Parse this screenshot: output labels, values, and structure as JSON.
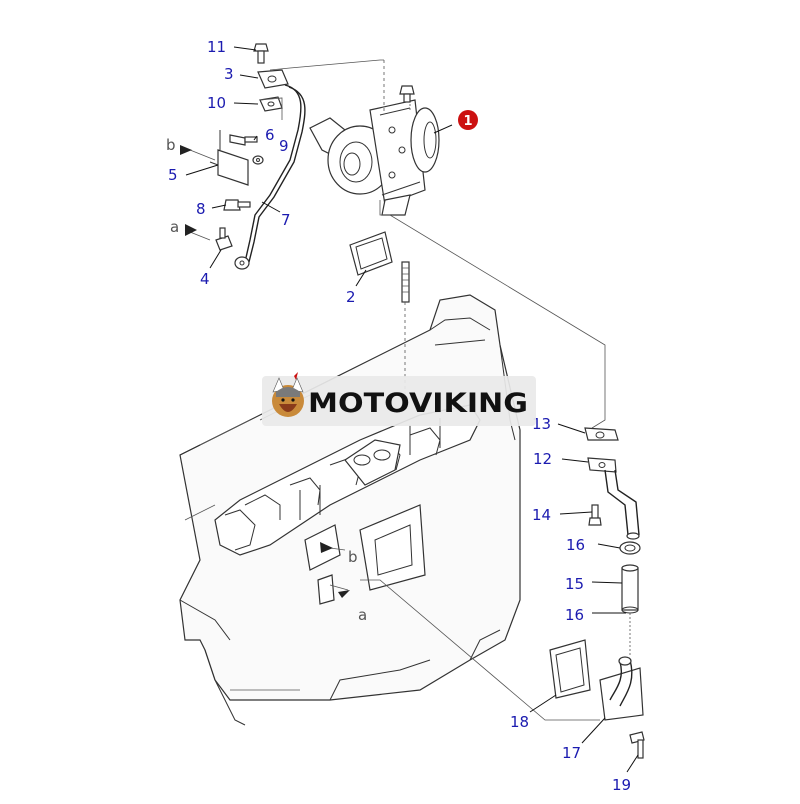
{
  "watermark": {
    "text": "MOTOVIKING"
  },
  "callouts": [
    {
      "key": "p1",
      "label": "1"
    },
    {
      "key": "p2",
      "label": "2"
    },
    {
      "key": "p3",
      "label": "3"
    },
    {
      "key": "p4",
      "label": "4"
    },
    {
      "key": "p5",
      "label": "5"
    },
    {
      "key": "p6",
      "label": "6"
    },
    {
      "key": "p7",
      "label": "7"
    },
    {
      "key": "p8",
      "label": "8"
    },
    {
      "key": "p9",
      "label": "9"
    },
    {
      "key": "p10",
      "label": "10"
    },
    {
      "key": "p11",
      "label": "11"
    },
    {
      "key": "p12",
      "label": "12"
    },
    {
      "key": "p13",
      "label": "13"
    },
    {
      "key": "p14",
      "label": "14"
    },
    {
      "key": "p15",
      "label": "15"
    },
    {
      "key": "p16a",
      "label": "16"
    },
    {
      "key": "p16b",
      "label": "16"
    },
    {
      "key": "p17",
      "label": "17"
    },
    {
      "key": "p18",
      "label": "18"
    },
    {
      "key": "p19",
      "label": "19"
    }
  ],
  "refs": {
    "a_top": "a",
    "b_top": "b",
    "a_bottom": "a",
    "b_bottom": "b"
  },
  "colors": {
    "callout_text": "#1b1bb0",
    "highlight_badge": "#cc1111",
    "line": "#222222",
    "watermark_bg": "#e9e9e9"
  },
  "icons": {
    "logo": "viking-mascot-icon",
    "highlight": "red-circle-badge-icon"
  }
}
